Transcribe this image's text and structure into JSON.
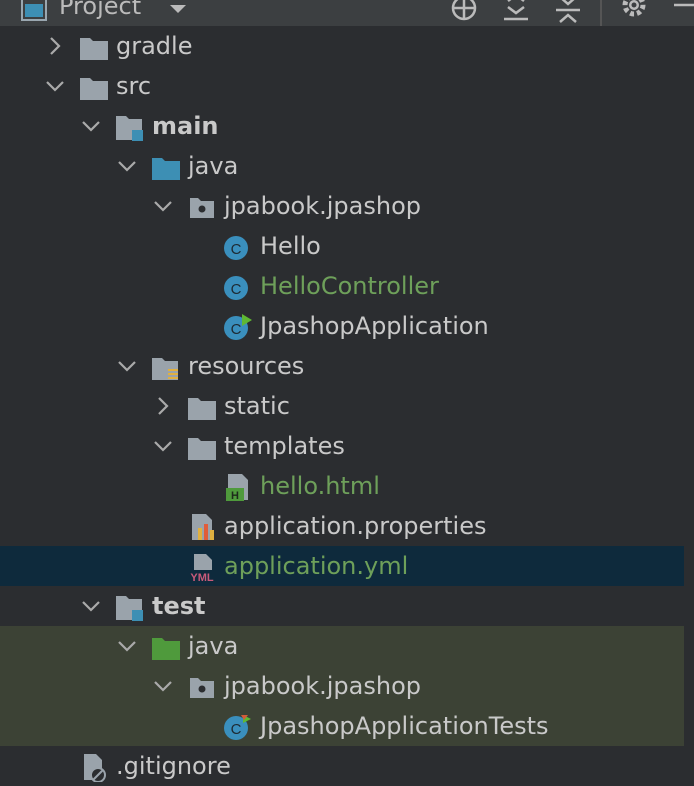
{
  "panel": {
    "title": "Project",
    "icons": [
      "project-window-icon",
      "dropdown-caret-icon",
      "locate-target-icon",
      "expand-all-icon",
      "collapse-all-icon",
      "gear-icon",
      "minimize-icon"
    ]
  },
  "colors": {
    "background": "#2b2d30",
    "text": "#c9c9c9",
    "green_text": "#6ea05a",
    "selected_row": "#0e2a3c",
    "test_band": "#3c4235",
    "source_folder": "#3d8fb4",
    "test_folder": "#4f9a3c",
    "class_icon": "#3a8fbd"
  },
  "tree": {
    "items": [
      {
        "label": "gradle",
        "state": "collapsed",
        "icon": "folder-icon"
      },
      {
        "label": "src",
        "state": "expanded",
        "icon": "folder-icon"
      },
      {
        "label": "main",
        "state": "expanded",
        "icon": "module-folder-icon"
      },
      {
        "label": "java",
        "state": "expanded",
        "icon": "source-folder-icon"
      },
      {
        "label": "jpabook.jpashop",
        "state": "expanded",
        "icon": "package-icon"
      },
      {
        "label": "Hello",
        "icon": "class-icon"
      },
      {
        "label": "HelloController",
        "icon": "class-icon"
      },
      {
        "label": "JpashopApplication",
        "icon": "spring-class-icon"
      },
      {
        "label": "resources",
        "state": "expanded",
        "icon": "resources-folder-icon"
      },
      {
        "label": "static",
        "state": "collapsed",
        "icon": "folder-icon"
      },
      {
        "label": "templates",
        "state": "expanded",
        "icon": "folder-icon"
      },
      {
        "label": "hello.html",
        "icon": "html-file-icon"
      },
      {
        "label": "application.properties",
        "icon": "properties-file-icon"
      },
      {
        "label": "application.yml",
        "icon": "yml-file-icon"
      },
      {
        "label": "test",
        "state": "expanded",
        "icon": "module-folder-icon"
      },
      {
        "label": "java",
        "state": "expanded",
        "icon": "test-folder-icon"
      },
      {
        "label": "jpabook.jpashop",
        "state": "expanded",
        "icon": "package-icon"
      },
      {
        "label": "JpashopApplicationTests",
        "icon": "test-class-icon"
      },
      {
        "label": ".gitignore",
        "icon": "ignored-file-icon"
      }
    ]
  }
}
